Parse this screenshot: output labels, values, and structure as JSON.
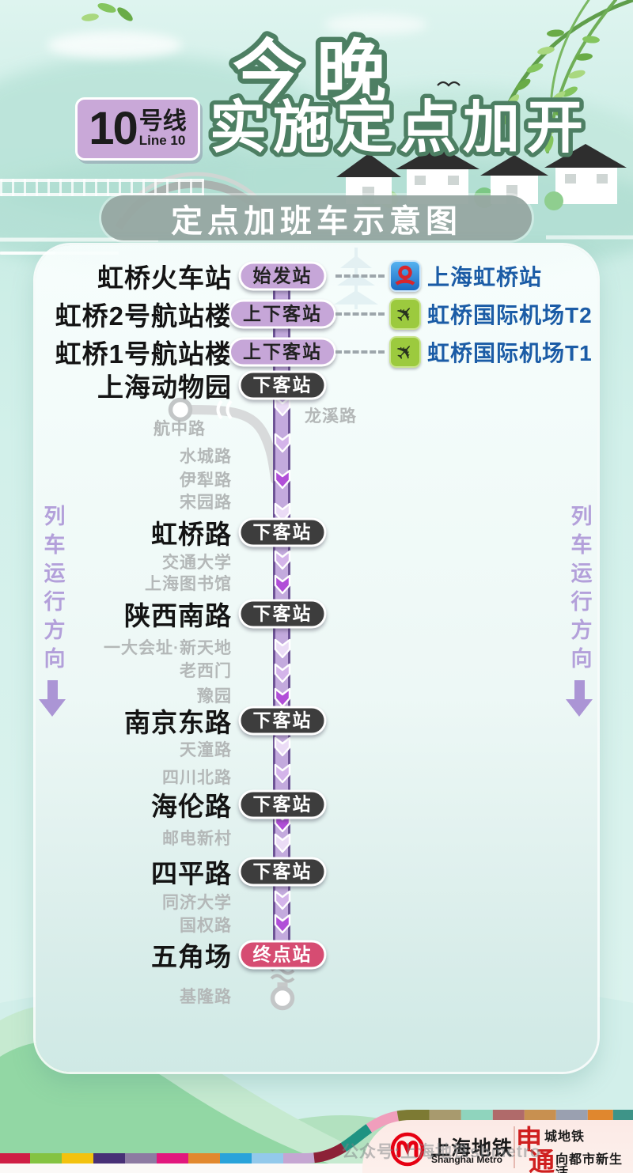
{
  "header": {
    "tonight": "今晚",
    "line_badge": {
      "number": "10",
      "name_cn": "号线",
      "name_en": "Line 10"
    },
    "headline": "实施定点加开",
    "diagram_title": "定点加班车示意图"
  },
  "direction": {
    "label": "列车运行方向"
  },
  "stations": [
    {
      "name": "虹桥火车站",
      "badge": "始发站",
      "type": "origin",
      "link": {
        "icon": "railway-icon",
        "label": "上海虹桥站"
      }
    },
    {
      "name": "虹桥2号航站楼",
      "badge": "上下客站",
      "type": "both",
      "link": {
        "icon": "airport-icon",
        "label": "虹桥国际机场T2"
      }
    },
    {
      "name": "虹桥1号航站楼",
      "badge": "上下客站",
      "type": "both",
      "link": {
        "icon": "airport-icon",
        "label": "虹桥国际机场T1"
      }
    },
    {
      "name": "上海动物园",
      "badge": "下客站",
      "type": "drop"
    },
    {
      "name": "虹桥路",
      "badge": "下客站",
      "type": "drop"
    },
    {
      "name": "陕西南路",
      "badge": "下客站",
      "type": "drop"
    },
    {
      "name": "南京东路",
      "badge": "下客站",
      "type": "drop"
    },
    {
      "name": "海伦路",
      "badge": "下客站",
      "type": "drop"
    },
    {
      "name": "四平路",
      "badge": "下客站",
      "type": "drop"
    },
    {
      "name": "五角场",
      "badge": "终点站",
      "type": "terminal"
    }
  ],
  "skipped": [
    "龙溪路",
    "航中路",
    "水城路",
    "伊犁路",
    "宋园路",
    "交通大学",
    "上海图书馆",
    "一大会址·新天地",
    "老西门",
    "豫园",
    "天潼路",
    "四川北路",
    "邮电新村",
    "同济大学",
    "国权路",
    "基隆路"
  ],
  "footer": {
    "brand_cn": "上海地铁",
    "brand_en": "Shanghai Metro",
    "slogan_l1_red": "申",
    "slogan_l1": "城地铁",
    "slogan_l2_red": "通",
    "slogan_l2": "向都市新生活",
    "watermark": "公众号:上海地铁shmetro"
  },
  "colors": {
    "line_purple": "#c3aadd",
    "badge_lavender": "#c6a6d8",
    "badge_dark": "#3d3d3d",
    "badge_terminal": "#d64c72",
    "hub_text_blue": "#1b5ca6",
    "railway_blue": "#1a6ac2",
    "airport_green": "#9cca3e",
    "direction_purple": "#ab95d5",
    "metro_red": "#e60012",
    "title_pill_gray": "#97a8a2"
  }
}
